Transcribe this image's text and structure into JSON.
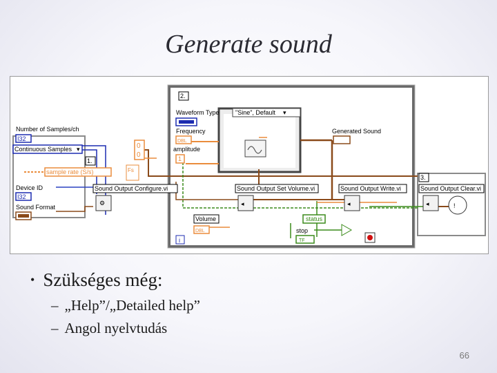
{
  "slide": {
    "title": "Generate sound",
    "bullet": "Szükséges még:",
    "subbullets": [
      "„Help”/„Detailed help”",
      "Angol nyelvtudás"
    ],
    "page_number": "66"
  },
  "diagram": {
    "frames": {
      "frame1": "1.",
      "frame2": "2.",
      "frame3": "3.",
      "loop_index": "i"
    },
    "controls": {
      "num_samples": "Number of Samples/ch",
      "num_samples_type": "I32",
      "continuous_samples": "Continuous Samples",
      "sample_rate": "sample rate (S/s)",
      "device_id": "Device ID",
      "device_id_type": "I32",
      "sound_format": "Sound Format",
      "waveform_type": "Waveform Type",
      "waveform_value": "\"Sine\", Default",
      "frequency": "Frequency",
      "amplitude": "amplitude",
      "amplitude_value": "1",
      "volume": "Volume",
      "stop": "stop",
      "status": "status",
      "constant_top": "0",
      "constant_bottom": "0",
      "fs_label": "Fs",
      "frequency_type": "DBL",
      "volume_type": "DBL",
      "stop_type": "TF"
    },
    "subvis": {
      "configure": "Sound Output Configure.vi",
      "set_volume": "Sound Output Set Volume.vi",
      "write": "Sound Output Write.vi",
      "clear": "Sound Output Clear.vi"
    },
    "indicators": {
      "generated_sound": "Generated Sound"
    },
    "colors": {
      "wire_orange": "#ea8c3c",
      "wire_brown": "#8a4a1a",
      "wire_green": "#3a8a1a",
      "wire_blue": "#2a40c0",
      "frame_gray": "#7a7a7a"
    }
  }
}
